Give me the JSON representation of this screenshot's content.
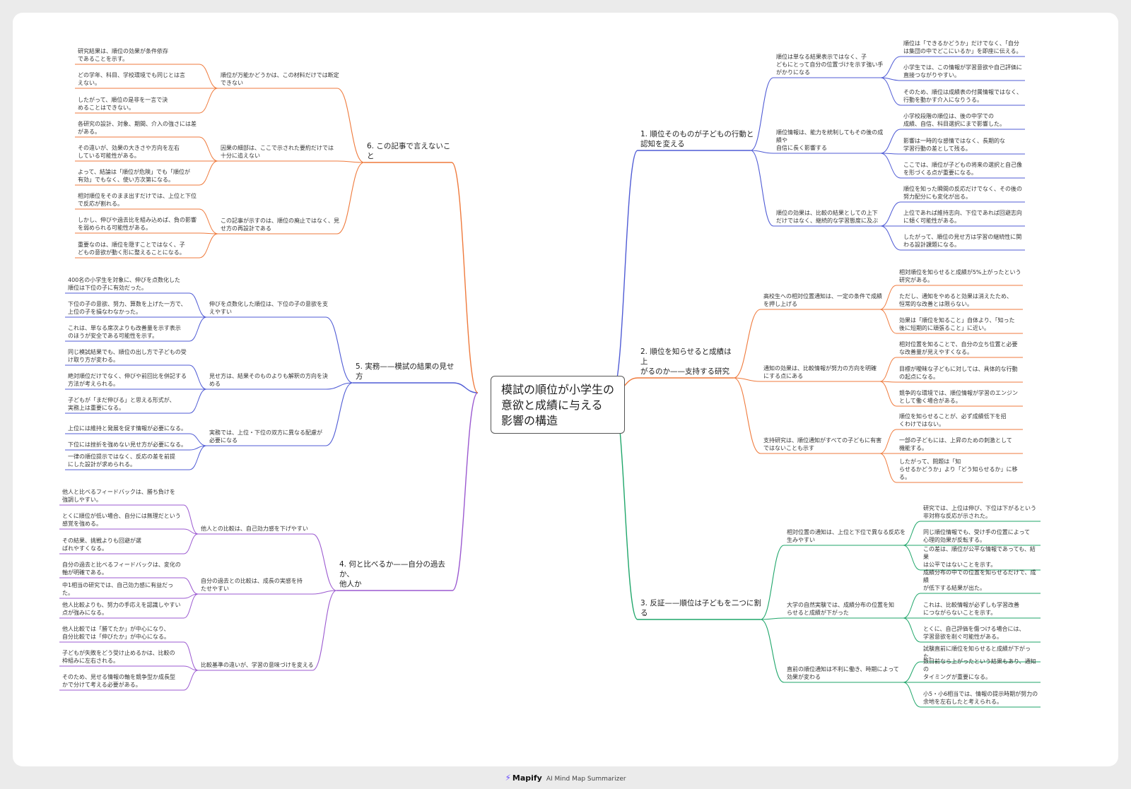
{
  "center": {
    "title": "模試の順位が小学生の\n意欲と成績に与える\n影響の構造"
  },
  "colors": {
    "blue": "#4f5bd5",
    "orange": "#ef7a3c",
    "green": "#1fa66a",
    "purple": "#9b59d0"
  },
  "branches": [
    {
      "label": "1. 順位そのものが子どもの行動と\n認知を変える",
      "children": [
        {
          "label": "順位は単なる結果表示ではなく、子\nどもにとって自分の位置づけを示す強い手\nがかりになる",
          "children": [
            "順位は「できるかどうか」だけでなく、「自分\nは集団の中でどこにいるか」を即座に伝える。",
            "小学生では、この情報が学習意欲や自己評価に\n直接つながりやすい。",
            "そのため、順位は成績表の付属情報ではなく、\n行動を動かす介入になりうる。"
          ]
        },
        {
          "label": "順位情報は、能力を統制してもその後の成績や\n自信に長く影響する",
          "children": [
            "小学校段階の順位は、後の中学での\n成績、自信、科目選択にまで影響した。",
            "影響は一時的な感情ではなく、長期的な\n学習行動の差として残る。",
            "ここでは、順位が子どもの将来の選択と自己像\nを形づくる点が重要になる。"
          ]
        },
        {
          "label": "順位の効果は、比較の結果としての上下\nだけではなく、継続的な学習態度に及ぶ",
          "children": [
            "順位を知った瞬間の反応だけでなく、その後の\n努力配分にも変化が出る。",
            "上位であれば維持志向、下位であれば回避志向\nに傾く可能性がある。",
            "したがって、順位の見せ方は学習の継続性に関\nわる設計課題になる。"
          ]
        }
      ]
    },
    {
      "label": "2. 順位を知らせると成績は上\nがるのか——支持する研究",
      "children": [
        {
          "label": "高校生への相対位置通知は、一定の条件で成績\nを押し上げる",
          "children": [
            "相対順位を知らせると成績が5%上がったという\n研究がある。",
            "ただし、通知をやめると効果は消えたため、\n恒常的な改善とは限らない。",
            "効果は「順位を知ること」自体より、「知った\n後に短期的に頑張ること」に近い。"
          ]
        },
        {
          "label": "通知の効果は、比較情報が努力の方向を明確\nにする点にある",
          "children": [
            "相対位置を知ることで、自分の立ち位置と必要\nな改善量が見えやすくなる。",
            "目標が曖昧な子どもに対しては、具体的な行動\nの起点になる。",
            "競争的な環境では、順位情報が学習のエンジン\nとして働く場合がある。"
          ]
        },
        {
          "label": "支持研究は、順位通知がすべての子どもに有害\nではないことも示す",
          "children": [
            "順位を知らせることが、必ず成績低下を招\nくわけではない。",
            "一部の子どもには、上昇のための刺激として\n機能する。",
            "したがって、問題は「知\nらせるかどうか」より「どう知らせるか」に移\nる。"
          ]
        }
      ]
    },
    {
      "label": "3. 反証——順位は子どもを二つに割る",
      "children": [
        {
          "label": "相対位置の通知は、上位と下位で異なる反応を\n生みやすい",
          "children": [
            "研究では、上位は伸び、下位は下がるという\n非対称な反応が示された。",
            "同じ順位情報でも、受け手の位置によって\n心理的効果が反転する。",
            "この差は、順位が公平な情報であっても、結果\nは公平ではないことを示す。"
          ]
        },
        {
          "label": "大学の自然実験では、成績分布の位置を知\nらせると成績が下がった",
          "children": [
            "成績分布の中での位置を知らせるだけで、成績\nが低下する結果が出た。",
            "これは、比較情報が必ずしも学習改善\nにつながらないことを示す。",
            "とくに、自己評価を傷つける場合には、\n学習意欲を削ぐ可能性がある。"
          ]
        },
        {
          "label": "直前の順位通知は不利に働き、時期によって\n効果が変わる",
          "children": [
            "試験直前に順位を知らせると成績が下がった。",
            "数日前なら上がったという結果もあり、通知の\nタイミングが重要になる。",
            "小5・小6相当では、情報の提示時期が努力の\n余地を左右したと考えられる。"
          ]
        }
      ]
    },
    {
      "label": "4. 何と比べるか——自分の過去か、\n他人か",
      "children": [
        {
          "label": "他人との比較は、自己効力感を下げやすい",
          "children": [
            "他人と比べるフィードバックは、勝ち負けを\n強調しやすい。",
            "とくに順位が低い場合、自分には無理だという\n感覚を強める。",
            "その結果、挑戦よりも回避が選\nばれやすくなる。"
          ]
        },
        {
          "label": "自分の過去との比較は、成長の実感を持\nたせやすい",
          "children": [
            "自分の過去と比べるフィードバックは、変化の\n軸が明確である。",
            "中1相当の研究では、自己効力感に有益だった。",
            "他人比較よりも、努力の手応えを認識しやすい\n点が強みになる。"
          ]
        },
        {
          "label": "比較基準の違いが、学習の意味づけを変える",
          "children": [
            "他人比較では「勝てたか」が中心になり、\n自分比較では「伸びたか」が中心になる。",
            "子どもが失敗をどう受け止めるかは、比較の\n枠組みに左右される。",
            "そのため、見せる情報の軸を競争型か成長型\nかで分けて考える必要がある。"
          ]
        }
      ]
    },
    {
      "label": "5. 実務——模試の結果の見せ方",
      "children": [
        {
          "label": "伸びを点数化した順位は、下位の子の意欲を支\nえやすい",
          "children": [
            "400名の小学生を対象に、伸びを点数化した\n順位は下位の子に有効だった。",
            "下位の子の意欲、努力、算数を上げた一方で、\n上位の子を損なわなかった。",
            "これは、単なる席次よりも改善量を示す表示\nのほうが安全である可能性を示す。"
          ]
        },
        {
          "label": "見せ方は、結果そのものよりも解釈の方向を決\nめる",
          "children": [
            "同じ模試結果でも、順位の出し方で子どもの受\nけ取り方が変わる。",
            "絶対順位だけでなく、伸びや前回比を併記する\n方法が考えられる。",
            "子どもが「まだ伸びる」と思える形式が、\n実務上は重要になる。"
          ]
        },
        {
          "label": "実務では、上位・下位の双方に異なる配慮が\n必要になる",
          "children": [
            "上位には維持と発展を促す情報が必要になる。",
            "下位には挫折を強めない見せ方が必要になる。",
            "一律の順位提示ではなく、反応の差を前提\nにした設計が求められる。"
          ]
        }
      ]
    },
    {
      "label": "6. この記事で言えないこと",
      "children": [
        {
          "label": "順位が万能かどうかは、この材料だけでは断定\nできない",
          "children": [
            "研究結果は、順位の効果が条件依存\nであることを示す。",
            "どの学年、科目、学校環境でも同じとは言\nえない。",
            "したがって、順位の是非を一言で決\nめることはできない。"
          ]
        },
        {
          "label": "因果の細部は、ここで示された要約だけでは\n十分に追えない",
          "children": [
            "各研究の設計、対象、期間、介入の強さには差\nがある。",
            "その違いが、効果の大きさや方向を左右\nしている可能性がある。",
            "よって、結論は「順位が危険」でも「順位が\n有効」でもなく、使い方次第になる。"
          ]
        },
        {
          "label": "この記事が示すのは、順位の廃止ではなく、見\nせ方の再設計である",
          "children": [
            "相対順位をそのまま出すだけでは、上位と下位\nで反応が割れる。",
            "しかし、伸びや過去比を組み込めば、負の影響\nを弱められる可能性がある。",
            "重要なのは、順位を隠すことではなく、子\nどもの意欲が動く形に整えることになる。"
          ]
        }
      ]
    }
  ],
  "footer": {
    "brand": "Mapify",
    "tagline": "AI Mind Map Summarizer"
  }
}
